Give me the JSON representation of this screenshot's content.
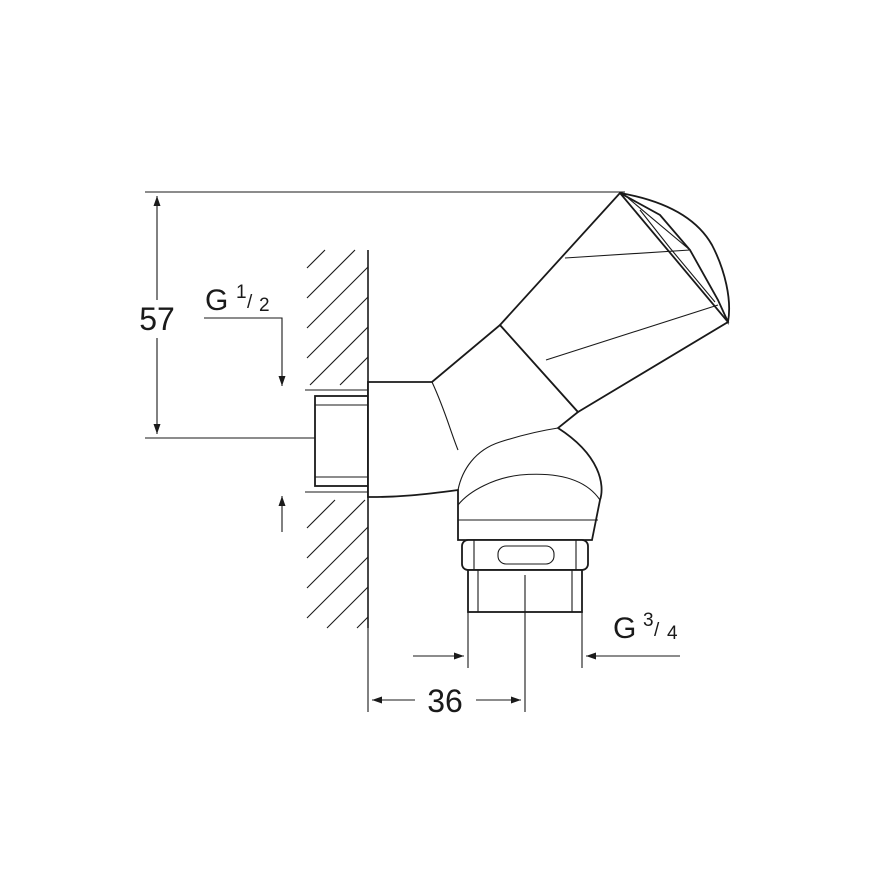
{
  "dimensions": {
    "height": "57",
    "width": "36",
    "inlet_thread": {
      "prefix": "G",
      "num": "1",
      "den": "2"
    },
    "outlet_thread": {
      "prefix": "G",
      "num": "3",
      "den": "4"
    }
  }
}
